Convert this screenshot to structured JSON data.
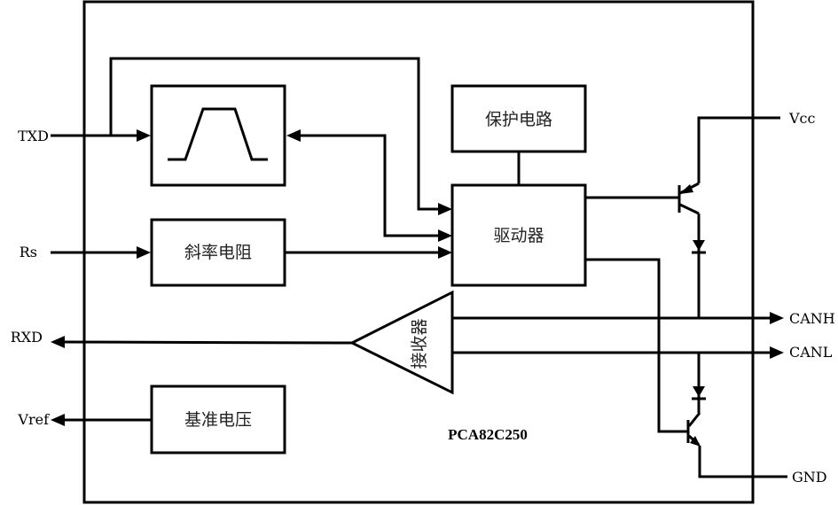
{
  "diagram": {
    "title": "PCA82C250 block diagram",
    "part_label": "PCA82C250",
    "pins": {
      "txd": "TXD",
      "rs": "Rs",
      "rxd": "RXD",
      "vref": "Vref",
      "vcc": "Vcc",
      "canh": "CANH",
      "canl": "CANL",
      "gnd": "GND"
    },
    "blocks": {
      "slope_filter": "",
      "protection": "保护电路",
      "driver": "驱动器",
      "slope_resistor": "斜率电阻",
      "receiver": "接收器",
      "reference": "基准电压"
    },
    "connections": [
      {
        "from": "TXD",
        "to": "slope_filter"
      },
      {
        "from": "TXD",
        "to": "driver"
      },
      {
        "from": "driver",
        "to": "slope_filter",
        "bidirectional": true
      },
      {
        "from": "Rs",
        "to": "slope_resistor"
      },
      {
        "from": "slope_resistor",
        "to": "driver"
      },
      {
        "from": "protection",
        "to": "driver"
      },
      {
        "from": "driver",
        "to": "high_side_transistor"
      },
      {
        "from": "driver",
        "to": "low_side_transistor"
      },
      {
        "from": "Vcc",
        "to": "high_side_transistor"
      },
      {
        "from": "high_side_transistor",
        "to": "CANH",
        "via": "diode"
      },
      {
        "from": "CANL",
        "to": "low_side_transistor",
        "via": "diode"
      },
      {
        "from": "low_side_transistor",
        "to": "GND"
      },
      {
        "from": "CANH",
        "to": "receiver"
      },
      {
        "from": "CANL",
        "to": "receiver"
      },
      {
        "from": "receiver",
        "to": "RXD"
      },
      {
        "from": "reference",
        "to": "Vref"
      }
    ]
  }
}
